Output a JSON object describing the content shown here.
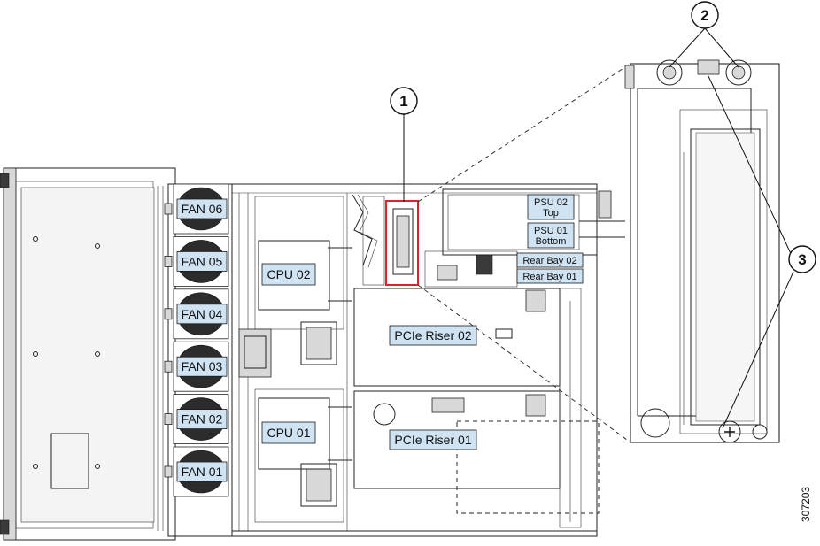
{
  "fan_labels": [
    "FAN 06",
    "FAN 05",
    "FAN 04",
    "FAN 03",
    "FAN 02",
    "FAN 01"
  ],
  "cpu_labels": {
    "top": "CPU 02",
    "bottom": "CPU 01"
  },
  "psu": {
    "psu02": {
      "line1": "PSU 02",
      "line2": "Top"
    },
    "psu01": {
      "line1": "PSU 01",
      "line2": "Bottom"
    }
  },
  "rear_bays": {
    "bay02": "Rear Bay 02",
    "bay01": "Rear Bay 01"
  },
  "risers": {
    "riser02": "PCIe Riser 02",
    "riser01": "PCIe Riser 01"
  },
  "callouts": {
    "one": "1",
    "two": "2",
    "three": "3"
  },
  "figure_id": "307203",
  "colors": {
    "label_fill": "#cfe3f3",
    "highlight": "#d9262c",
    "line": "#222222"
  }
}
